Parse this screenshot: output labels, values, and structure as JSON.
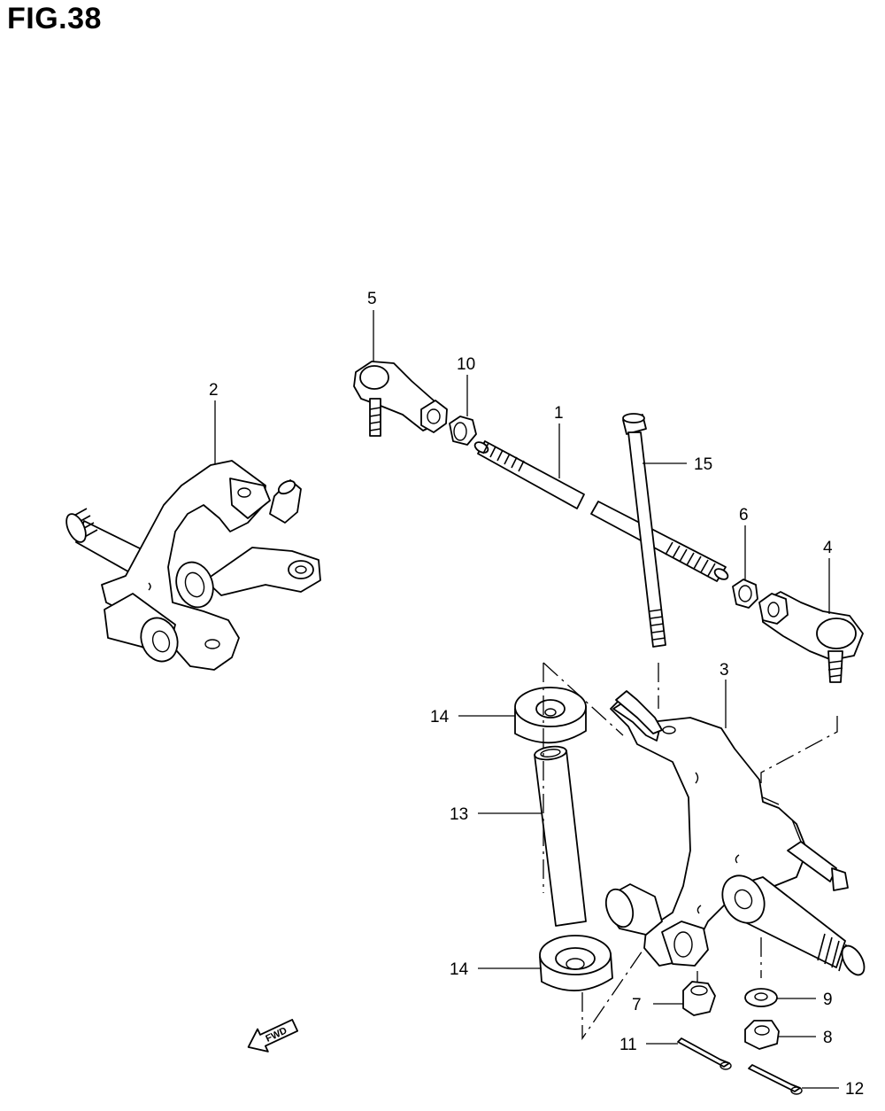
{
  "figure": {
    "title": "FIG.38"
  },
  "callouts": [
    {
      "id": "1",
      "text": "1"
    },
    {
      "id": "2",
      "text": "2"
    },
    {
      "id": "3",
      "text": "3"
    },
    {
      "id": "4",
      "text": "4"
    },
    {
      "id": "5",
      "text": "5"
    },
    {
      "id": "6",
      "text": "6"
    },
    {
      "id": "7",
      "text": "7"
    },
    {
      "id": "8",
      "text": "8"
    },
    {
      "id": "9",
      "text": "9"
    },
    {
      "id": "10",
      "text": "10"
    },
    {
      "id": "11",
      "text": "11"
    },
    {
      "id": "12",
      "text": "12"
    },
    {
      "id": "13",
      "text": "13"
    },
    {
      "id": "14a",
      "text": "14"
    },
    {
      "id": "14b",
      "text": "14"
    },
    {
      "id": "15",
      "text": "15"
    }
  ],
  "direction_arrow": {
    "label": "FWD"
  }
}
